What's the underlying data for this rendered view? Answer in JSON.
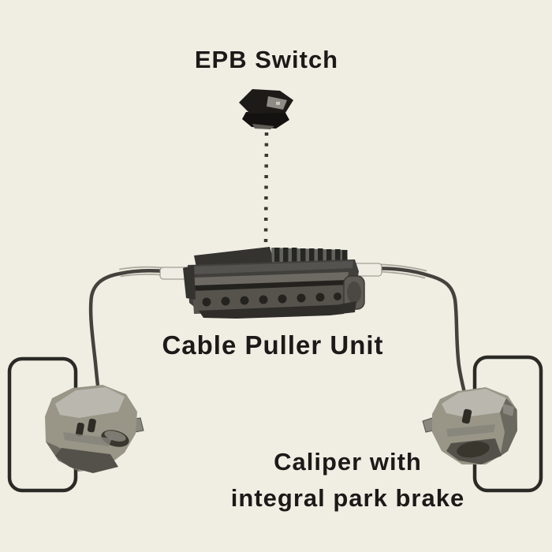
{
  "diagram": {
    "type": "schematic",
    "subject": "electric-park-brake-system",
    "labels": {
      "epb_switch": "EPB Switch",
      "cable_puller_unit": "Cable Puller Unit",
      "caliper_line1": "Caliper with",
      "caliper_line2": "integral park brake"
    },
    "nodes": [
      {
        "id": "epb-switch",
        "label": "EPB Switch",
        "position": "top-center"
      },
      {
        "id": "cable-puller-unit",
        "label": "Cable Puller Unit",
        "position": "middle-center"
      },
      {
        "id": "left-caliper",
        "label": "Caliper with integral park brake",
        "position": "bottom-left"
      },
      {
        "id": "right-caliper",
        "label": "Caliper with integral park brake",
        "position": "bottom-right"
      }
    ],
    "connections": [
      {
        "from": "epb-switch",
        "to": "cable-puller-unit",
        "style": "dotted-line"
      },
      {
        "from": "cable-puller-unit",
        "to": "left-caliper",
        "style": "solid-cable"
      },
      {
        "from": "cable-puller-unit",
        "to": "right-caliper",
        "style": "solid-cable"
      }
    ]
  },
  "colors": {
    "background": "#f0eee3",
    "label_text": "#1b1a18",
    "cable": "#44423d",
    "cable_conduit": "#eceadf",
    "disc_outline": "#2b2a26",
    "unit_body": "#41403c",
    "caliper_body": "#999688"
  }
}
